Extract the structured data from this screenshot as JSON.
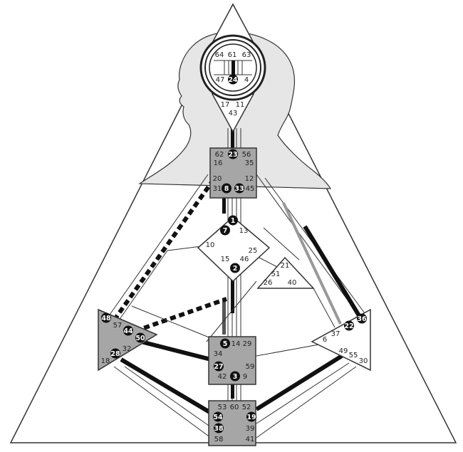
{
  "diagram": {
    "centers": [
      {
        "id": "head",
        "gates": [
          "64",
          "61",
          "63"
        ]
      },
      {
        "id": "ajna",
        "gates": [
          "47",
          "24",
          "4",
          "17",
          "11",
          "43"
        ]
      },
      {
        "id": "throat",
        "gates": [
          "62",
          "23",
          "56",
          "16",
          "35",
          "20",
          "12",
          "31",
          "8",
          "33",
          "45"
        ]
      },
      {
        "id": "g",
        "gates": [
          "1",
          "7",
          "13",
          "10",
          "15",
          "2",
          "46",
          "25"
        ]
      },
      {
        "id": "heart",
        "gates": [
          "21",
          "51",
          "26",
          "40"
        ]
      },
      {
        "id": "spleen",
        "gates": [
          "48",
          "57",
          "44",
          "50",
          "28",
          "32",
          "18"
        ]
      },
      {
        "id": "sacral",
        "gates": [
          "5",
          "14",
          "29",
          "34",
          "27",
          "59",
          "42",
          "3",
          "9"
        ]
      },
      {
        "id": "solar-plexus",
        "gates": [
          "36",
          "22",
          "37",
          "6",
          "49",
          "55",
          "30"
        ]
      },
      {
        "id": "root",
        "gates": [
          "53",
          "60",
          "52",
          "54",
          "19",
          "38",
          "39",
          "58",
          "41"
        ]
      }
    ],
    "activated_gates": [
      "24",
      "23",
      "8",
      "33",
      "1",
      "7",
      "2",
      "48",
      "44",
      "50",
      "28",
      "5",
      "27",
      "3",
      "54",
      "19",
      "38",
      "36",
      "22"
    ]
  }
}
